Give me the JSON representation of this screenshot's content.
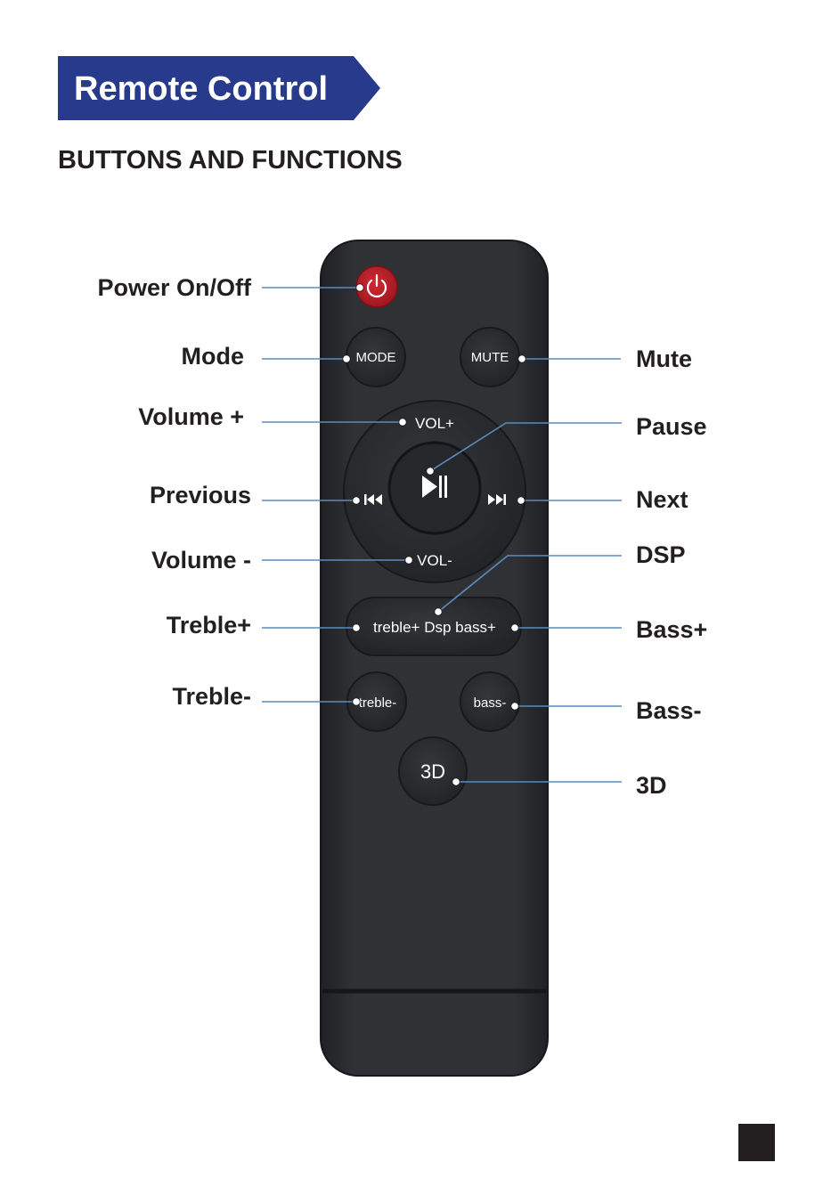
{
  "header": {
    "title": "Remote Control",
    "subtitle": "BUTTONS AND FUNCTIONS",
    "banner_color": "#283a8c"
  },
  "remote": {
    "body_color": "#2b2d31",
    "power_color": "#c0202a",
    "leader_line_color": "#5b8cc0",
    "buttons": {
      "mode": "MODE",
      "mute": "MUTE",
      "vol_up": "VOL+",
      "vol_down": "VOL-",
      "treble_dsp_bass": "treble+ Dsp bass+",
      "treble_down": "treble-",
      "bass_down": "bass-",
      "three_d": "3D"
    }
  },
  "labels": {
    "power": "Power On/Off",
    "mode": "Mode",
    "volume_up": "Volume +",
    "previous": "Previous",
    "volume_down": "Volume -",
    "treble_up": "Treble+",
    "treble_down": "Treble-",
    "mute": "Mute",
    "pause": "Pause",
    "next": "Next",
    "dsp": "DSP",
    "bass_up": "Bass+",
    "bass_down": "Bass-",
    "three_d": "3D"
  }
}
